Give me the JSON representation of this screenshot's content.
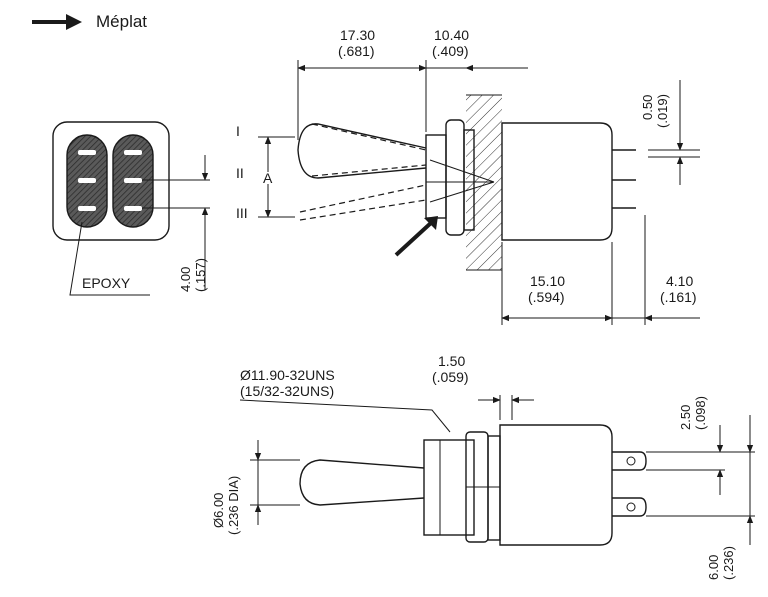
{
  "legend": {
    "label": "Méplat",
    "icon": "arrow-right-icon"
  },
  "end_view": {
    "epoxy_label": "EPOXY",
    "dim_4_00": {
      "mm": "4.00",
      "in": "(.157)"
    }
  },
  "side_view": {
    "positions": [
      "I",
      "II",
      "III"
    ],
    "angle_label": "A",
    "dim_17_30": {
      "mm": "17.30",
      "in": "(.681)"
    },
    "dim_10_40": {
      "mm": "10.40",
      "in": "(.409)"
    },
    "dim_0_50": {
      "mm": "0.50",
      "in": "(.019)"
    },
    "dim_15_10": {
      "mm": "15.10",
      "in": "(.594)"
    },
    "dim_4_10": {
      "mm": "4.10",
      "in": "(.161)"
    }
  },
  "top_view": {
    "thread_line1": "Ø11.90-32UNS",
    "thread_line2": "(15/32-32UNS)",
    "dim_1_50": {
      "mm": "1.50",
      "in": "(.059)"
    },
    "dim_2_50": {
      "mm": "2.50",
      "in": "(.098)"
    },
    "dim_6_00_dia": {
      "mm": "Ø6.00",
      "in": "(.236 DIA)"
    },
    "dim_6_00": {
      "mm": "6.00",
      "in": "(.236)"
    }
  }
}
